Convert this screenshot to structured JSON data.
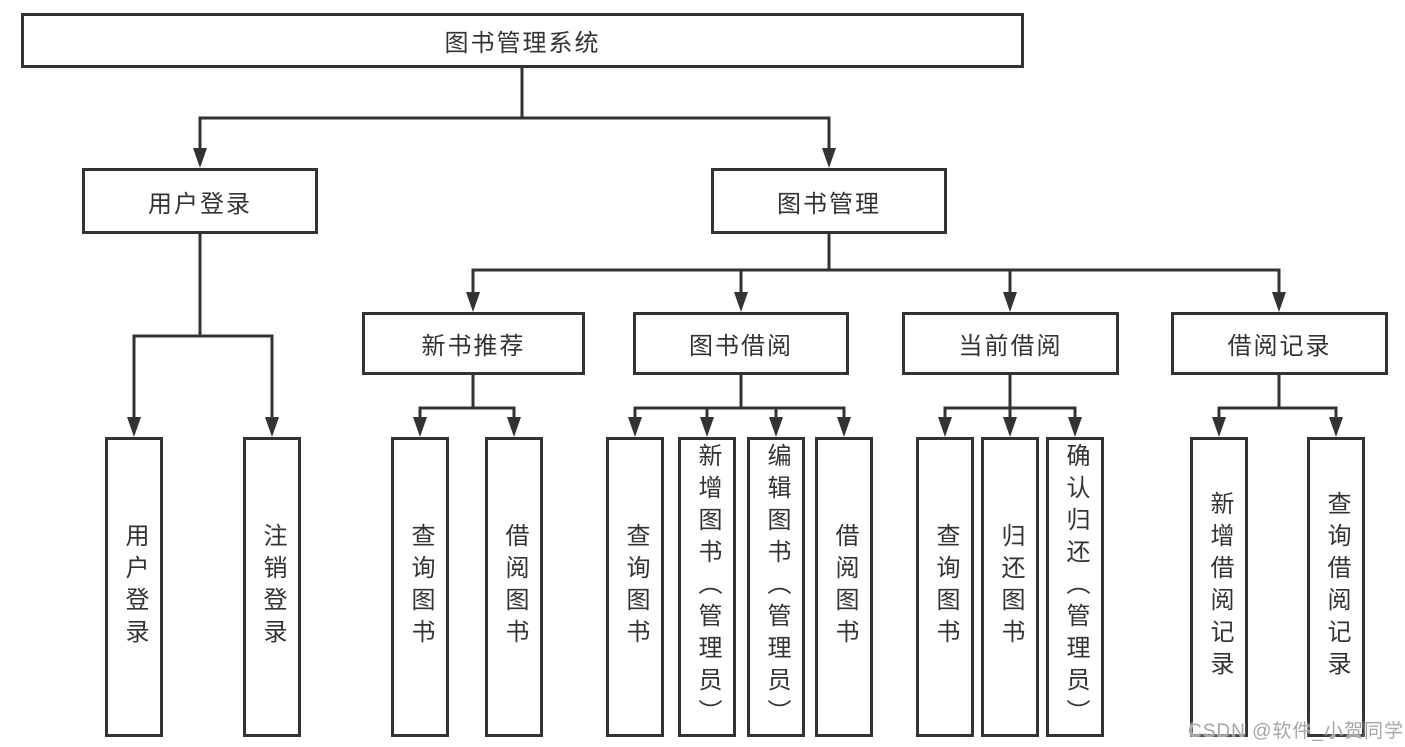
{
  "diagram": {
    "root": {
      "label": "图书管理系统"
    },
    "level2": {
      "user_login": {
        "label": "用户登录"
      },
      "book_mgmt": {
        "label": "图书管理"
      }
    },
    "level3": {
      "new_books": {
        "label": "新书推荐"
      },
      "borrowing": {
        "label": "图书借阅"
      },
      "current": {
        "label": "当前借阅"
      },
      "records": {
        "label": "借阅记录"
      }
    },
    "leaves": {
      "user_login_leaf": {
        "label": "用户登录"
      },
      "logout": {
        "label": "注销登录"
      },
      "nb_query": {
        "label": "查询图书"
      },
      "nb_borrow": {
        "label": "借阅图书"
      },
      "bw_query": {
        "label": "查询图书"
      },
      "bw_add": {
        "label": "新增图书（管理员）"
      },
      "bw_edit": {
        "label": "编辑图书（管理员）"
      },
      "bw_borrow": {
        "label": "借阅图书"
      },
      "cu_query": {
        "label": "查询图书"
      },
      "cu_return": {
        "label": "归还图书"
      },
      "cu_confirm": {
        "label": "确认归还（管理员）"
      },
      "rc_add": {
        "label": "新增借阅记录"
      },
      "rc_query": {
        "label": "查询借阅记录"
      }
    },
    "hierarchy": {
      "图书管理系统": {
        "用户登录": [
          "用户登录",
          "注销登录"
        ],
        "图书管理": {
          "新书推荐": [
            "查询图书",
            "借阅图书"
          ],
          "图书借阅": [
            "查询图书",
            "新增图书（管理员）",
            "编辑图书（管理员）",
            "借阅图书"
          ],
          "当前借阅": [
            "查询图书",
            "归还图书",
            "确认归还（管理员）"
          ],
          "借阅记录": [
            "新增借阅记录",
            "查询借阅记录"
          ]
        }
      }
    }
  },
  "watermark": {
    "text": "CSDN @软件_小贺同学"
  },
  "colors": {
    "line": "#333333",
    "text": "#333333",
    "background": "#ffffff",
    "watermark": "#a6a6a6"
  }
}
